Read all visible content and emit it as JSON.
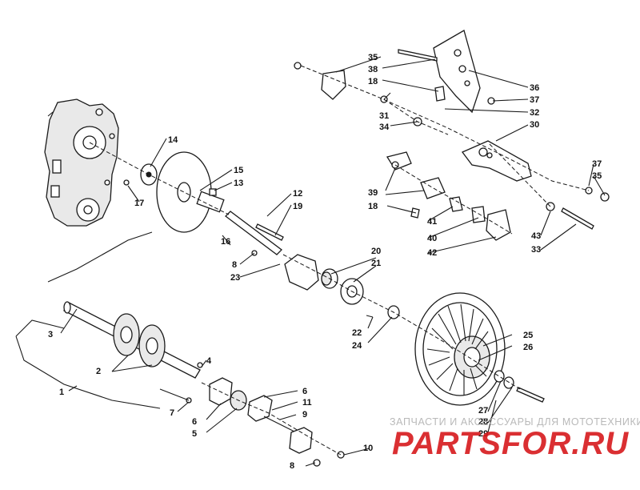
{
  "callouts": [
    {
      "id": "35a",
      "text": "35"
    },
    {
      "id": "38",
      "text": "38"
    },
    {
      "id": "18a",
      "text": "18"
    },
    {
      "id": "36",
      "text": "36"
    },
    {
      "id": "37a",
      "text": "37"
    },
    {
      "id": "31",
      "text": "31"
    },
    {
      "id": "34",
      "text": "34"
    },
    {
      "id": "32",
      "text": "32"
    },
    {
      "id": "30",
      "text": "30"
    },
    {
      "id": "14",
      "text": "14"
    },
    {
      "id": "15",
      "text": "15"
    },
    {
      "id": "13",
      "text": "13"
    },
    {
      "id": "17",
      "text": "17"
    },
    {
      "id": "12",
      "text": "12"
    },
    {
      "id": "19",
      "text": "19"
    },
    {
      "id": "37b",
      "text": "37"
    },
    {
      "id": "35b",
      "text": "35"
    },
    {
      "id": "39",
      "text": "39"
    },
    {
      "id": "18b",
      "text": "18"
    },
    {
      "id": "41",
      "text": "41"
    },
    {
      "id": "40",
      "text": "40"
    },
    {
      "id": "42",
      "text": "42"
    },
    {
      "id": "43",
      "text": "43"
    },
    {
      "id": "33",
      "text": "33"
    },
    {
      "id": "16",
      "text": "16"
    },
    {
      "id": "8a",
      "text": "8"
    },
    {
      "id": "23",
      "text": "23"
    },
    {
      "id": "20",
      "text": "20"
    },
    {
      "id": "21",
      "text": "21"
    },
    {
      "id": "3",
      "text": "3"
    },
    {
      "id": "22",
      "text": "22"
    },
    {
      "id": "24",
      "text": "24"
    },
    {
      "id": "25",
      "text": "25"
    },
    {
      "id": "26",
      "text": "26"
    },
    {
      "id": "2",
      "text": "2"
    },
    {
      "id": "4",
      "text": "4"
    },
    {
      "id": "1",
      "text": "1"
    },
    {
      "id": "6a",
      "text": "6"
    },
    {
      "id": "11",
      "text": "11"
    },
    {
      "id": "9",
      "text": "9"
    },
    {
      "id": "7",
      "text": "7"
    },
    {
      "id": "6b",
      "text": "6"
    },
    {
      "id": "5",
      "text": "5"
    },
    {
      "id": "27",
      "text": "27"
    },
    {
      "id": "28",
      "text": "28"
    },
    {
      "id": "29",
      "text": "29"
    },
    {
      "id": "10",
      "text": "10"
    },
    {
      "id": "8b",
      "text": "8"
    }
  ],
  "watermark": {
    "caption": "ЗАПЧАСТИ И АКСЕССУАРЫ ДЛЯ МОТОТЕХНИКИ",
    "logo": "PARTSFOR.RU",
    "logo_color": "#d7191c"
  }
}
